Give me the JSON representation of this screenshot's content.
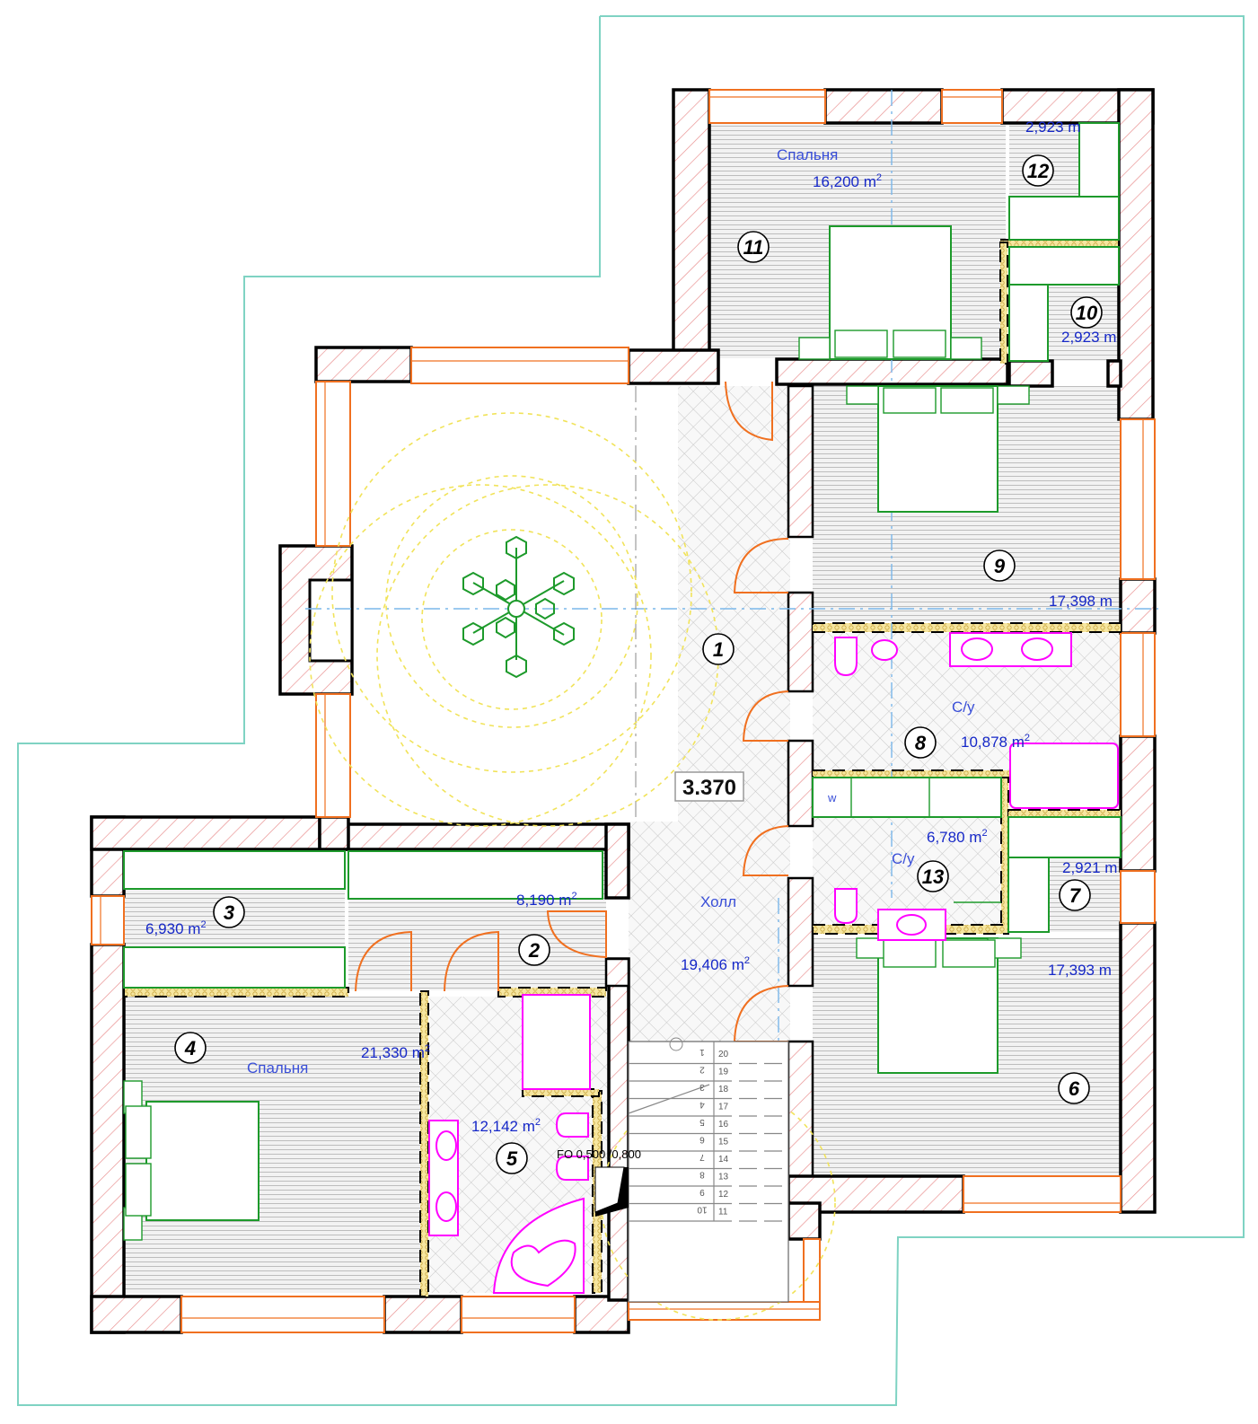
{
  "plan": {
    "floor_level": "3.370",
    "fixture_note": "FO 0,500 /0,800",
    "wc_mark": "w",
    "rooms": [
      {
        "num": "1",
        "name": "",
        "area": ""
      },
      {
        "num": "2",
        "name": "",
        "area": "8,190 m"
      },
      {
        "num": "3",
        "name": "",
        "area": "6,930 m"
      },
      {
        "num": "4",
        "name": "Спальня",
        "area": "21,330 m"
      },
      {
        "num": "5",
        "name": "",
        "area": "12,142 m"
      },
      {
        "num": "6",
        "name": "",
        "area": "17,393 m"
      },
      {
        "num": "7",
        "name": "",
        "area": "2,921 m"
      },
      {
        "num": "8",
        "name": "С/у",
        "area": "10,878 m"
      },
      {
        "num": "9",
        "name": "",
        "area": "17,398 m"
      },
      {
        "num": "10",
        "name": "",
        "area": "2,923 m"
      },
      {
        "num": "11",
        "name": "Спальня",
        "area": "16,200 m"
      },
      {
        "num": "12",
        "name": "",
        "area": "2,923 m"
      },
      {
        "num": "13",
        "name": "С/у",
        "area": "6,780 m"
      },
      {
        "num": "",
        "name": "Холл",
        "area": "19,406 m"
      }
    ],
    "area_unit_sup": "2",
    "stairs": {
      "left_flight": [
        "1",
        "2",
        "3",
        "4",
        "5",
        "6",
        "7",
        "8",
        "9",
        "10"
      ],
      "right_flight": [
        "20",
        "19",
        "18",
        "17",
        "16",
        "15",
        "14",
        "13",
        "12",
        "11"
      ]
    }
  },
  "colors": {
    "wall_hatch": "#e88a8a",
    "window": "#f07020",
    "furniture": "#1d9a2b",
    "sanitary": "#ff00ff",
    "outline": "#7fd3c3",
    "label_blue": "#1628c8",
    "light_circle": "#f1e35a"
  }
}
